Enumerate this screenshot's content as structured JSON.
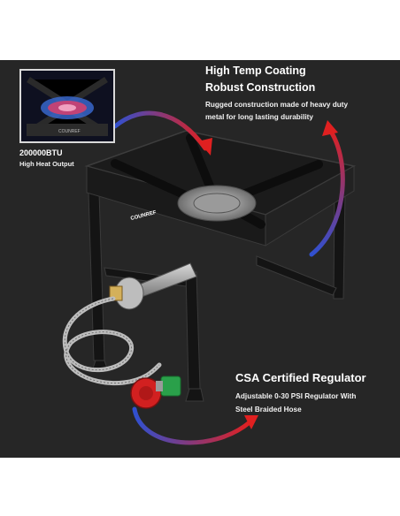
{
  "top_right": {
    "title_line1": "High Temp Coating",
    "title_line2": "Robust Construction",
    "desc_line1": "Rugged construction made of heavy duty",
    "desc_line2": "metal for long lasting durability"
  },
  "left_inset": {
    "btu": "200000BTU",
    "caption": "High Heat Output",
    "inset_brand": "COUNREF"
  },
  "bottom_right": {
    "title": "CSA Certified Regulator",
    "desc_line1": "Adjustable 0-30 PSI Regulator With",
    "desc_line2": "Steel Braided Hose"
  },
  "product": {
    "brand": "COUNREF",
    "accent_red": "#e02020",
    "accent_blue": "#3050d0",
    "regulator_red": "#d22020",
    "regulator_green": "#2aa04a"
  }
}
